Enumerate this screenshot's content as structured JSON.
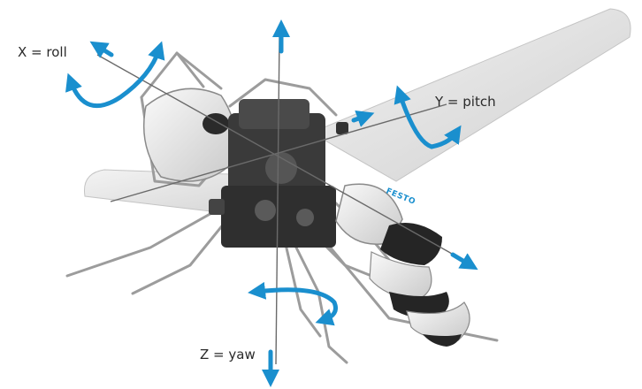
{
  "labels": {
    "x_axis": "X = roll",
    "y_axis": "Y = pitch",
    "z_axis": "Z = yaw"
  },
  "brand": "FESTO",
  "colors": {
    "arrow": "#1a8fce",
    "axis_line": "#6a6a6a",
    "wing": "#dedede",
    "body_shell": "#ececec",
    "frame": "#9c9c9c",
    "dark": "#2a2a2a"
  }
}
